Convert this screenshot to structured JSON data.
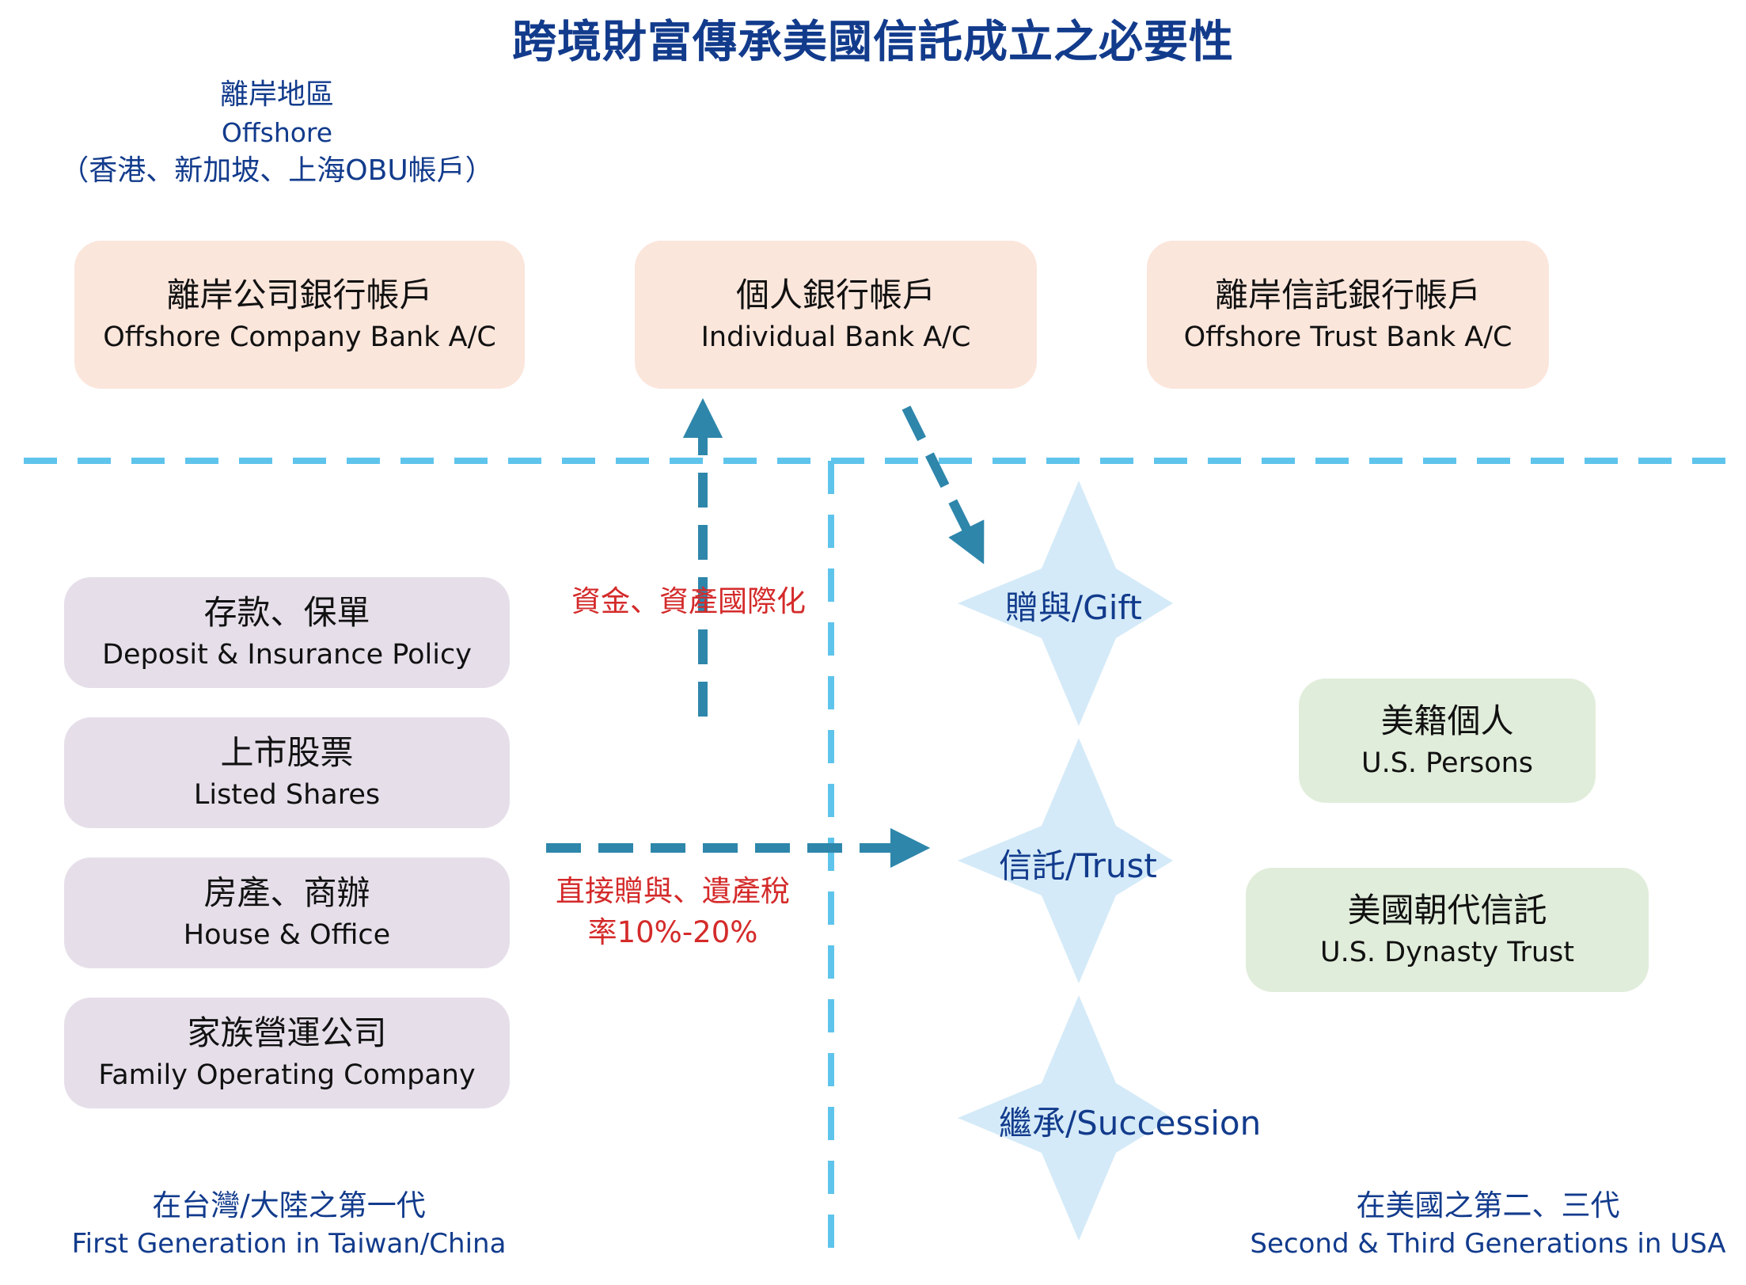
{
  "title": "跨境財富傳承美國信託成立之必要性",
  "offshore_label": {
    "zh": "離岸地區",
    "en": "Offshore",
    "note": "（香港、新加坡、上海OBU帳戶）"
  },
  "offshore_accounts": [
    {
      "zh": "離岸公司銀行帳戶",
      "en": "Offshore Company Bank A/C"
    },
    {
      "zh": "個人銀行帳戶",
      "en": "Individual Bank A/C"
    },
    {
      "zh": "離岸信託銀行帳戶",
      "en": "Offshore Trust Bank A/C"
    }
  ],
  "assets": [
    {
      "zh": "存款、保單",
      "en": "Deposit & Insurance Policy"
    },
    {
      "zh": "上市股票",
      "en": "Listed Shares"
    },
    {
      "zh": "房產、商辦",
      "en": "House & Office"
    },
    {
      "zh": "家族營運公司",
      "en": "Family Operating Company"
    }
  ],
  "flow_labels": {
    "internationalize": "資金、資產國際化",
    "tax_line1": "直接贈與、遺產稅",
    "tax_line2": "率10%-20%"
  },
  "stars": [
    {
      "label": "贈與/Gift"
    },
    {
      "label": "信託/Trust"
    },
    {
      "label": "繼承/Succession"
    }
  ],
  "us_boxes": [
    {
      "zh": "美籍個人",
      "en": "U.S. Persons"
    },
    {
      "zh": "美國朝代信託",
      "en": "U.S. Dynasty Trust"
    }
  ],
  "footers": {
    "left": {
      "zh": "在台灣/大陸之第一代",
      "en": "First Generation in Taiwan/China"
    },
    "right": {
      "zh": "在美國之第二、三代",
      "en": "Second & Third Generations in USA"
    }
  },
  "colors": {
    "title": "#123b8c",
    "dashed_line": "#5fc4ec",
    "arrow": "#2e86ab",
    "star": "#d4eaf8",
    "red_text": "#d42a2a",
    "offshore_box": "#fbe6dc",
    "asset_box": "#e6dfea",
    "us_box": "#e1eddb"
  }
}
